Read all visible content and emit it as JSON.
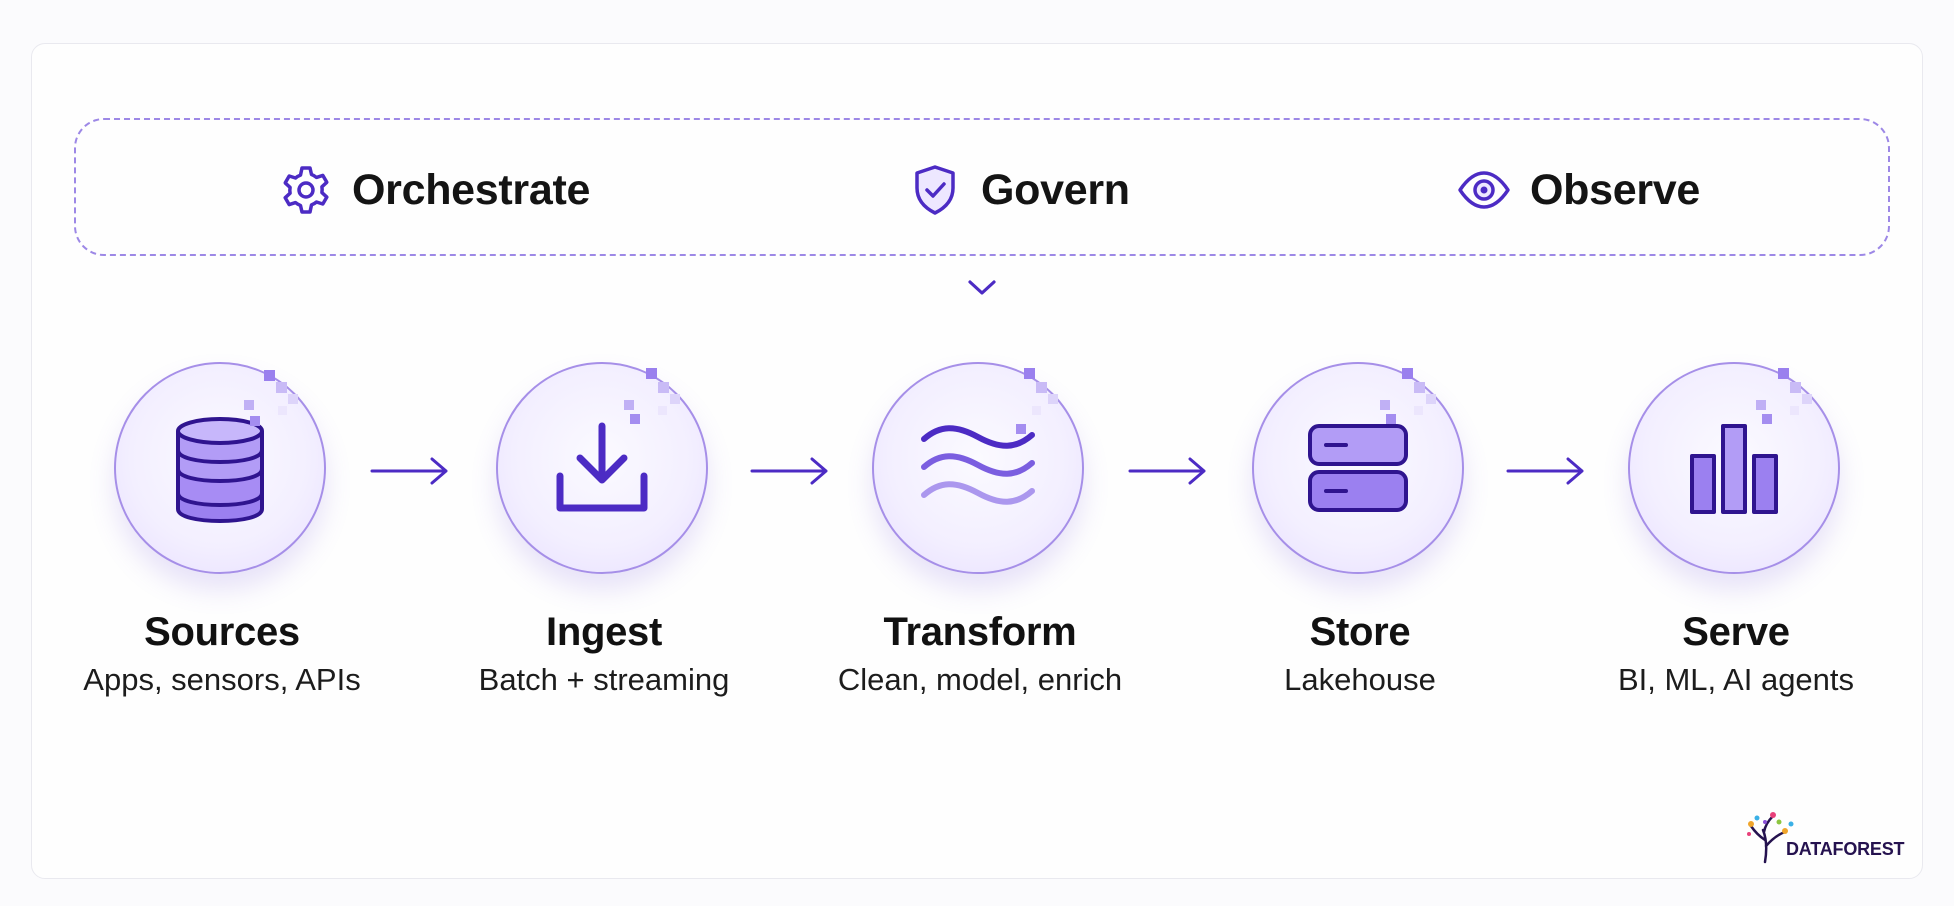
{
  "governance": {
    "items": [
      {
        "label": "Orchestrate",
        "icon": "gear-icon"
      },
      {
        "label": "Govern",
        "icon": "shield-check-icon"
      },
      {
        "label": "Observe",
        "icon": "eye-icon"
      }
    ]
  },
  "pipeline": {
    "stages": [
      {
        "title": "Sources",
        "subtitle": "Apps, sensors, APIs",
        "icon": "database-icon"
      },
      {
        "title": "Ingest",
        "subtitle": "Batch + streaming",
        "icon": "download-tray-icon"
      },
      {
        "title": "Transform",
        "subtitle": "Clean, model, enrich",
        "icon": "waves-icon"
      },
      {
        "title": "Store",
        "subtitle": "Lakehouse",
        "icon": "server-stack-icon"
      },
      {
        "title": "Serve",
        "subtitle": "BI, ML, AI agents",
        "icon": "bar-chart-icon"
      }
    ]
  },
  "brand": {
    "name": "DATAFOREST"
  },
  "colors": {
    "accent": "#4c2bc4",
    "accent_light": "#a68fe8",
    "icon_fill": "#9b80f0",
    "dashed_border": "#9d88e6",
    "brand_text": "#25124f"
  }
}
